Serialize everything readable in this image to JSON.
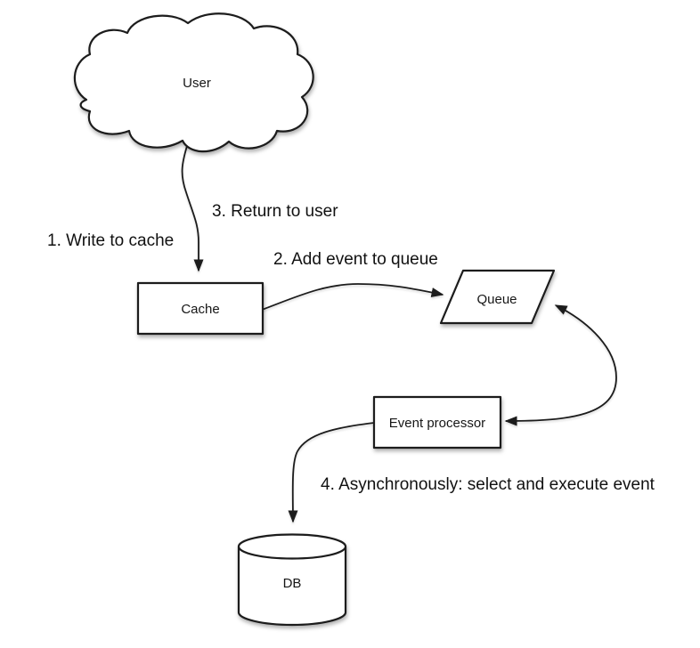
{
  "canvas": {
    "background": "#ffffff",
    "ink_color": "#1c1c1c",
    "fill_color": "#ffffff"
  },
  "diagram": {
    "nodes": {
      "user": {
        "label": "User",
        "shape": "cloud"
      },
      "cache": {
        "label": "Cache",
        "shape": "rectangle"
      },
      "queue": {
        "label": "Queue",
        "shape": "parallelogram"
      },
      "event_processor": {
        "label": "Event processor",
        "shape": "rectangle"
      },
      "db": {
        "label": "DB",
        "shape": "cylinder"
      }
    },
    "edges": [
      {
        "from": "user",
        "to": "cache",
        "style": "curved",
        "arrowhead": "end"
      },
      {
        "from": "cache",
        "to": "queue",
        "style": "curved",
        "arrowhead": "end"
      },
      {
        "from": "event_processor",
        "to": "queue",
        "style": "curved",
        "arrowhead": "both"
      },
      {
        "from": "event_processor",
        "to": "db",
        "style": "curved",
        "arrowhead": "end"
      }
    ],
    "edge_labels": {
      "step1": "1. Write to cache",
      "step2": "2. Add event to queue",
      "step3": "3. Return to user",
      "step4": "4. Asynchronously: select and execute event"
    }
  }
}
